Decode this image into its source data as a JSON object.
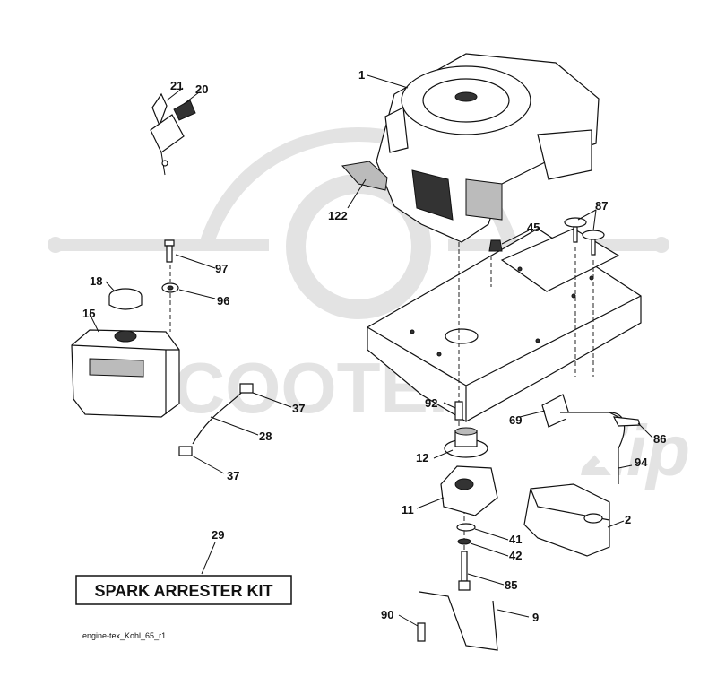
{
  "diagram": {
    "kit_label": "SPARK ARRESTER KIT",
    "footer_code": "engine-tex_Kohl_65_r1",
    "watermark": "SCOOTER",
    "watermark_sub": "Zip"
  },
  "callouts": {
    "c1": "1",
    "c2": "2",
    "c9": "9",
    "c11": "11",
    "c12": "12",
    "c15": "15",
    "c18": "18",
    "c20": "20",
    "c21": "21",
    "c28": "28",
    "c29": "29",
    "c37a": "37",
    "c37b": "37",
    "c41": "41",
    "c42": "42",
    "c45": "45",
    "c69": "69",
    "c85": "85",
    "c86": "86",
    "c87": "87",
    "c90": "90",
    "c92": "92",
    "c94": "94",
    "c96": "96",
    "c97": "97",
    "c122": "122"
  }
}
